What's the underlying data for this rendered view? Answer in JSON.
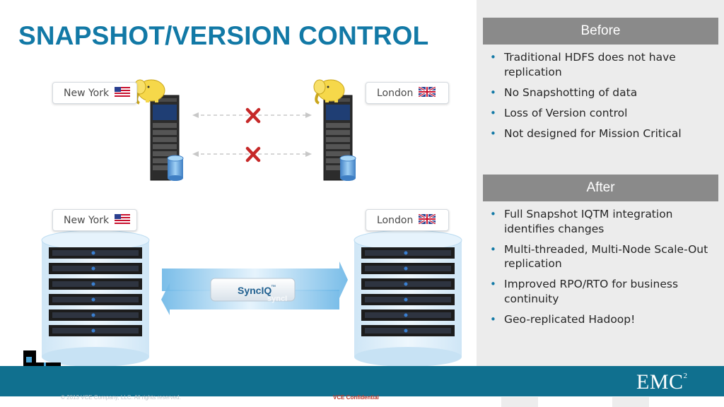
{
  "slide": {
    "title": "SNAPSHOT/VERSION CONTROL"
  },
  "before": {
    "header": "Before",
    "bullets": [
      "Traditional HDFS does not have replication",
      "No Snapshotting of data",
      "Loss of Version control",
      "Not designed for Mission Critical"
    ]
  },
  "after": {
    "header": "After",
    "bullets": [
      "Full Snapshot IQTM integration identifies changes",
      "Multi-threaded, Multi-Node Scale-Out replication",
      "Improved RPO/RTO for business continuity",
      "Geo-replicated Hadoop!"
    ]
  },
  "diagram": {
    "top": {
      "left_city": "New York",
      "right_city": "London",
      "left_flag": "us-flag-icon",
      "right_flag": "uk-flag-icon",
      "node_icon": "hadoop-elephant-icon",
      "failed_link_icon": "red-x-icon"
    },
    "bottom": {
      "left_city": "New York",
      "right_city": "London",
      "replication_label": "SyncIQ",
      "replication_mark": "™",
      "replication_ghost": "syncI",
      "storage_icon": "isilon-cluster-icon"
    }
  },
  "footer": {
    "logo_text": "EMC",
    "logo_sup": "2",
    "copyright": "© 2013 VCE Company, LLC. All rights reserved.",
    "confidential": "VCE Confidential"
  },
  "colors": {
    "title": "#1279a6",
    "footer": "#10708f",
    "panel": "#ececec",
    "section_header": "#8a8a8a",
    "x_mark": "#c62828",
    "arrow": "#3d9bd6"
  }
}
